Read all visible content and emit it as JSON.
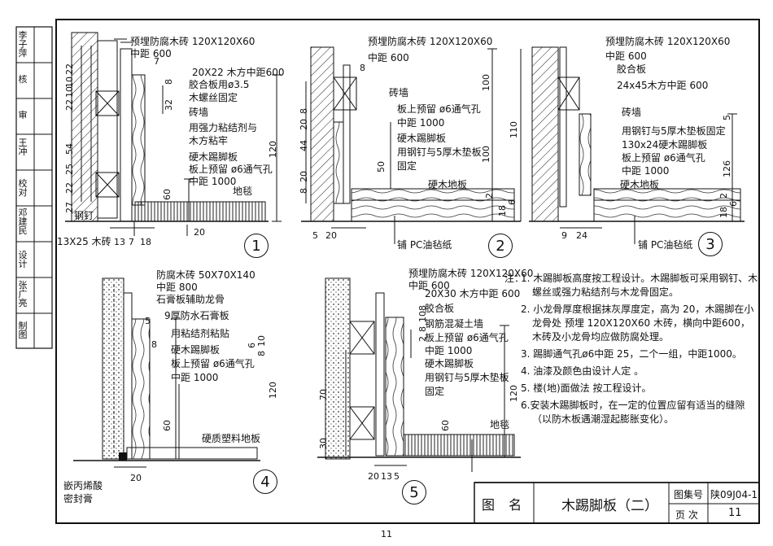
{
  "sidebar": {
    "rows": [
      {
        "label": "李子萍"
      },
      {
        "label": "核"
      },
      {
        "label": "审"
      },
      {
        "label": "王冲"
      },
      {
        "label": "校对"
      },
      {
        "label": "邓建民"
      },
      {
        "label": "设计"
      },
      {
        "label": "张广亮"
      },
      {
        "label": "制图"
      }
    ]
  },
  "details": {
    "d1": {
      "number": "1",
      "labels": [
        "预埋防腐木砖 120X120X60",
        "中距 600",
        "20X22 木方中距600",
        "胶合板用ø3.5",
        "木螺丝固定",
        "砖墙",
        "用强力粘结剂与",
        "木方粘牢",
        "硬木踢脚板",
        "板上预留 ø6通气孔",
        "中距 1000",
        "地毯",
        "钢钉",
        "13X25 木砖"
      ],
      "dims_v": [
        "10",
        "22",
        "22",
        "10",
        "54",
        "25",
        "22",
        "27",
        "8",
        "32",
        "60",
        "120"
      ],
      "dims_h": [
        "7",
        "13",
        "7",
        "18",
        "20"
      ]
    },
    "d2": {
      "number": "2",
      "labels": [
        "预埋防腐木砖 120X120X60",
        "中距 600",
        "砖墙",
        "板上预留 ø6通气孔",
        "中距 1000",
        "硬木踢脚板",
        "用钢钉与5厚木垫板",
        "固定",
        "硬木地板",
        "铺 PC油毡纸"
      ],
      "dims_v": [
        "8",
        "20",
        "44",
        "20",
        "8",
        "50",
        "100",
        "100",
        "110",
        "2",
        "18",
        "6"
      ],
      "dims_h": [
        "5",
        "20",
        "8"
      ]
    },
    "d3": {
      "number": "3",
      "labels": [
        "预埋防腐木砖 120X120X60",
        "中距 600",
        "胶合板",
        "24x45木方中距 600",
        "砖墙",
        "用钢钉与5厚木垫板固定",
        "130x24硬木踢脚板",
        "板上预留 ø6通气孔",
        "中距 1000",
        "硬木地板",
        "铺 PC油毡纸"
      ],
      "dims_v": [
        "5",
        "126",
        "2",
        "18",
        "6"
      ],
      "dims_h": [
        "9",
        "24"
      ]
    },
    "d4": {
      "number": "4",
      "labels": [
        "防腐木砖 50X70X140",
        "中距 800",
        "石膏板辅助龙骨",
        "9厚防水石膏板",
        "用粘结剂粘贴",
        "硬木踢脚板",
        "板上预留 ø6通气孔",
        "中距 1000",
        "硬质塑料地板",
        "嵌丙烯酸",
        "密封膏"
      ],
      "dims_v": [
        "6",
        "8",
        "10",
        "60",
        "120"
      ],
      "dims_h": [
        "5",
        "8",
        "20"
      ]
    },
    "d5": {
      "number": "5",
      "labels": [
        "预埋防腐木砖 120X120X60",
        "中距 600",
        "20X30 木方中距 600",
        "胶合板",
        "钢筋混凝土墙",
        "板上预留 ø6通气孔",
        "中距 1000",
        "硬木踢脚板",
        "用钢钉与5厚木垫板",
        "固定",
        "地毯"
      ],
      "dims_v": [
        "8",
        "8",
        "10",
        "2",
        "70",
        "30",
        "60",
        "120"
      ],
      "dims_h": [
        "20",
        "13",
        "5"
      ]
    }
  },
  "notes": {
    "head": "注：",
    "items": [
      "1. 木踢脚板高度按工程设计。木踢脚板可采用钢钉、木螺丝或强力粘结剂与木龙骨固定。",
      "2. 小龙骨厚度根据抹灰厚度定，高为 20，木踢脚在小龙骨处 预埋 120X120X60 木砖，横向中距600，木砖及小龙骨均应做防腐处理。",
      "3. 踢脚通气孔ø6中距 25，二个一组，中距1000。",
      "4. 油漆及颜色由设计人定 。",
      "5. 楼(地)面做法 按工程设计。",
      "6.安装木踢脚板时，在一定的位置应留有适当的缝隙（以防木板遇潮湿起膨胀变化）。"
    ]
  },
  "title_block": {
    "label": "图 名",
    "title": "木踢脚板（二）",
    "atlas_label": "图集号",
    "atlas_value": "陕09J04-1",
    "page_label": "页 次",
    "page_value": "11"
  },
  "page_number": "11"
}
